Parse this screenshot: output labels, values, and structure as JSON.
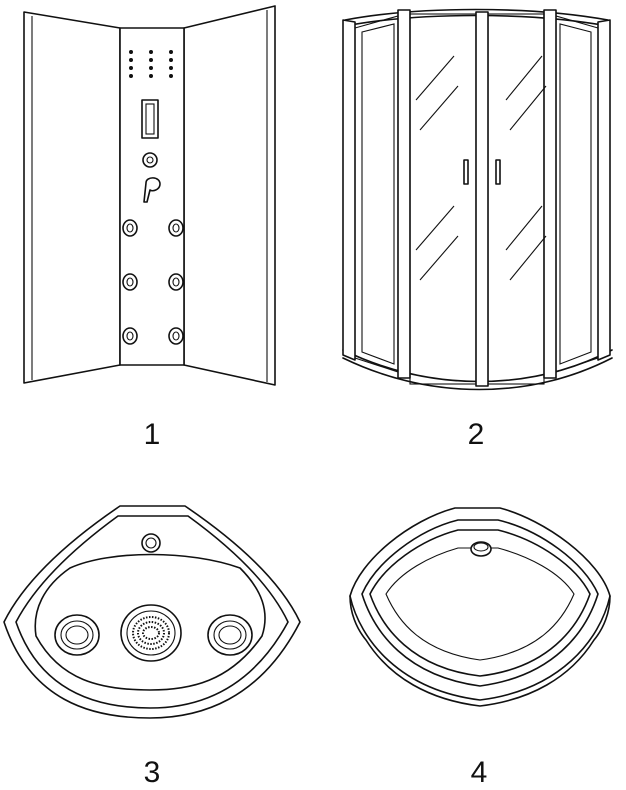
{
  "figures": [
    {
      "label": "1",
      "icon": "shower-panel-icon"
    },
    {
      "label": "2",
      "icon": "shower-enclosure-icon"
    },
    {
      "label": "3",
      "icon": "corner-tray-jets-icon"
    },
    {
      "label": "4",
      "icon": "shower-tray-icon"
    }
  ]
}
